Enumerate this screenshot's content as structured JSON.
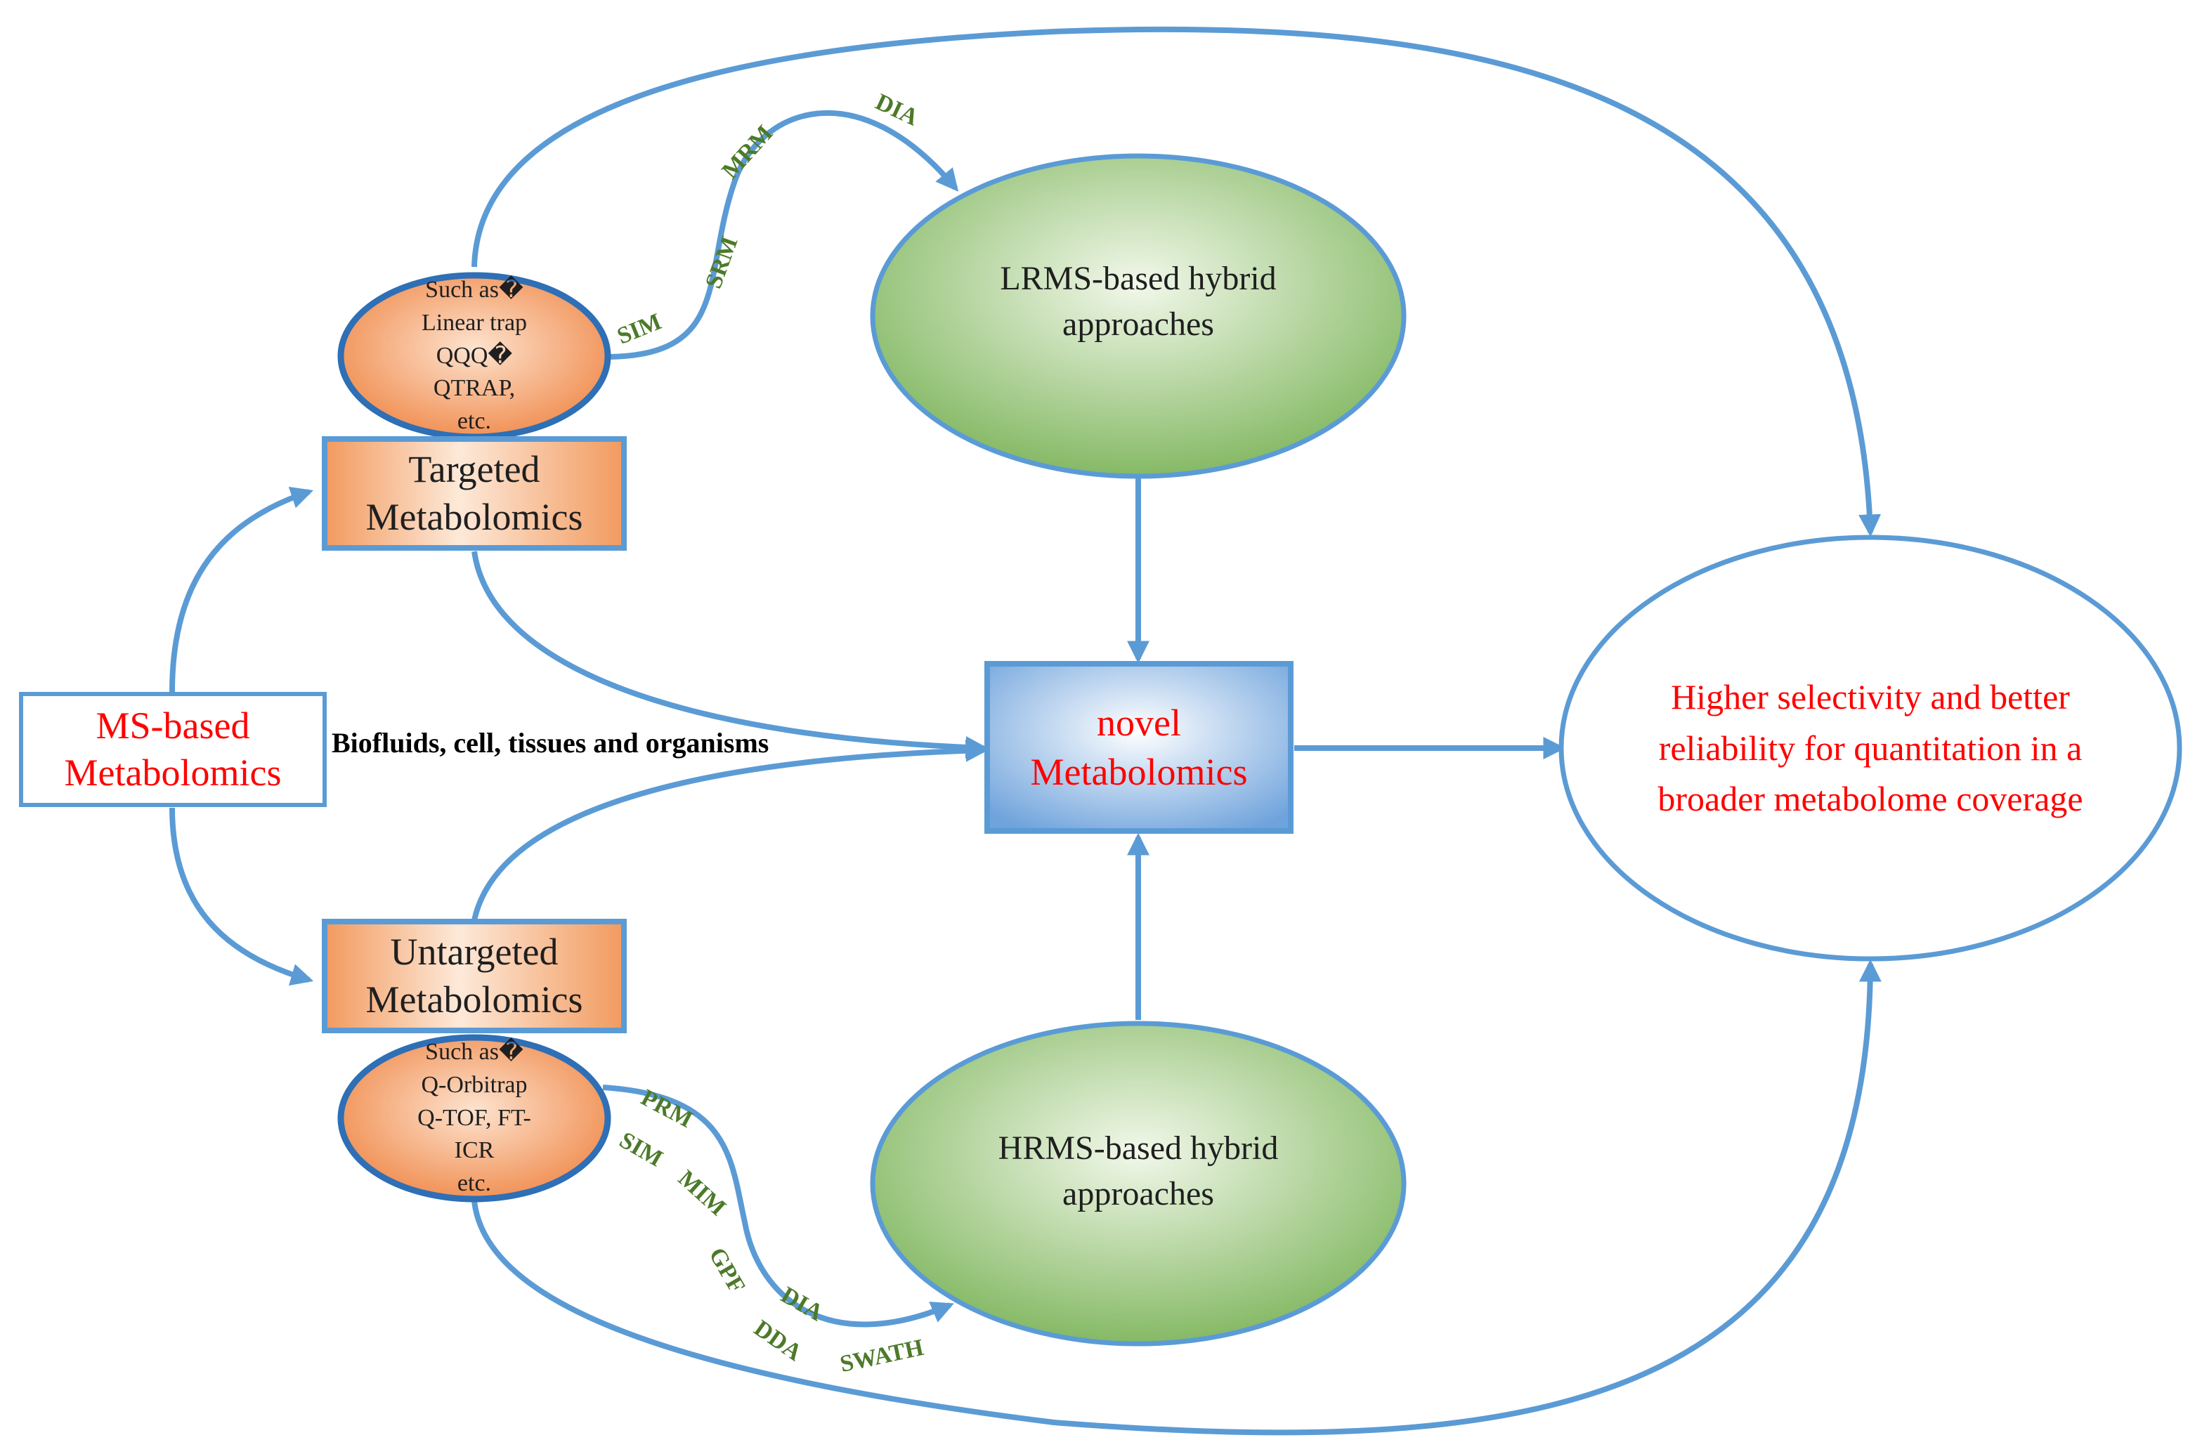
{
  "nodes": {
    "ms_based": {
      "line1": "MS-based",
      "line2": "Metabolomics"
    },
    "targeted": {
      "line1": "Targeted",
      "line2": "Metabolomics"
    },
    "untargeted": {
      "line1": "Untargeted",
      "line2": "Metabolomics"
    },
    "novel": {
      "line1": "novel",
      "line2": "Metabolomics"
    },
    "lrms": {
      "line1": "LRMS-based hybrid",
      "line2": "approaches"
    },
    "hrms": {
      "line1": "HRMS-based hybrid",
      "line2": "approaches"
    },
    "outcome": {
      "line1": "Higher selectivity and better",
      "line2": "reliability for quantitation in a",
      "line3": "broader metabolome coverage"
    },
    "targeted_instruments": {
      "line1": "Such as�",
      "line2": "Linear trap",
      "line3": "QQQ�",
      "line4": "QTRAP,",
      "line5": "etc."
    },
    "untargeted_instruments": {
      "line1": "Such as�",
      "line2": "Q-Orbitrap",
      "line3": "Q-TOF, FT-",
      "line4": "ICR",
      "line5": "etc."
    }
  },
  "sample_label": "Biofluids, cell, tissues and organisms",
  "targeted_modes": {
    "sim": "SIM",
    "srm": "SRM",
    "mrm": "MRM",
    "dia": "DIA"
  },
  "untargeted_modes": {
    "prm": "PRM",
    "sim": "SIM",
    "mim": "MIM",
    "gpf": "GPF",
    "dia": "DIA",
    "dda": "DDA",
    "swath": "SWATH"
  },
  "colors": {
    "connector": "#5b9bd5",
    "ellipse_border": "#2e6fb5",
    "red_text": "#ff0000",
    "mode_text": "#4d7a2a",
    "orange_fill": "#f4a26a",
    "green_fill": "#8cc063",
    "blue_fill": "#8db6e2"
  }
}
